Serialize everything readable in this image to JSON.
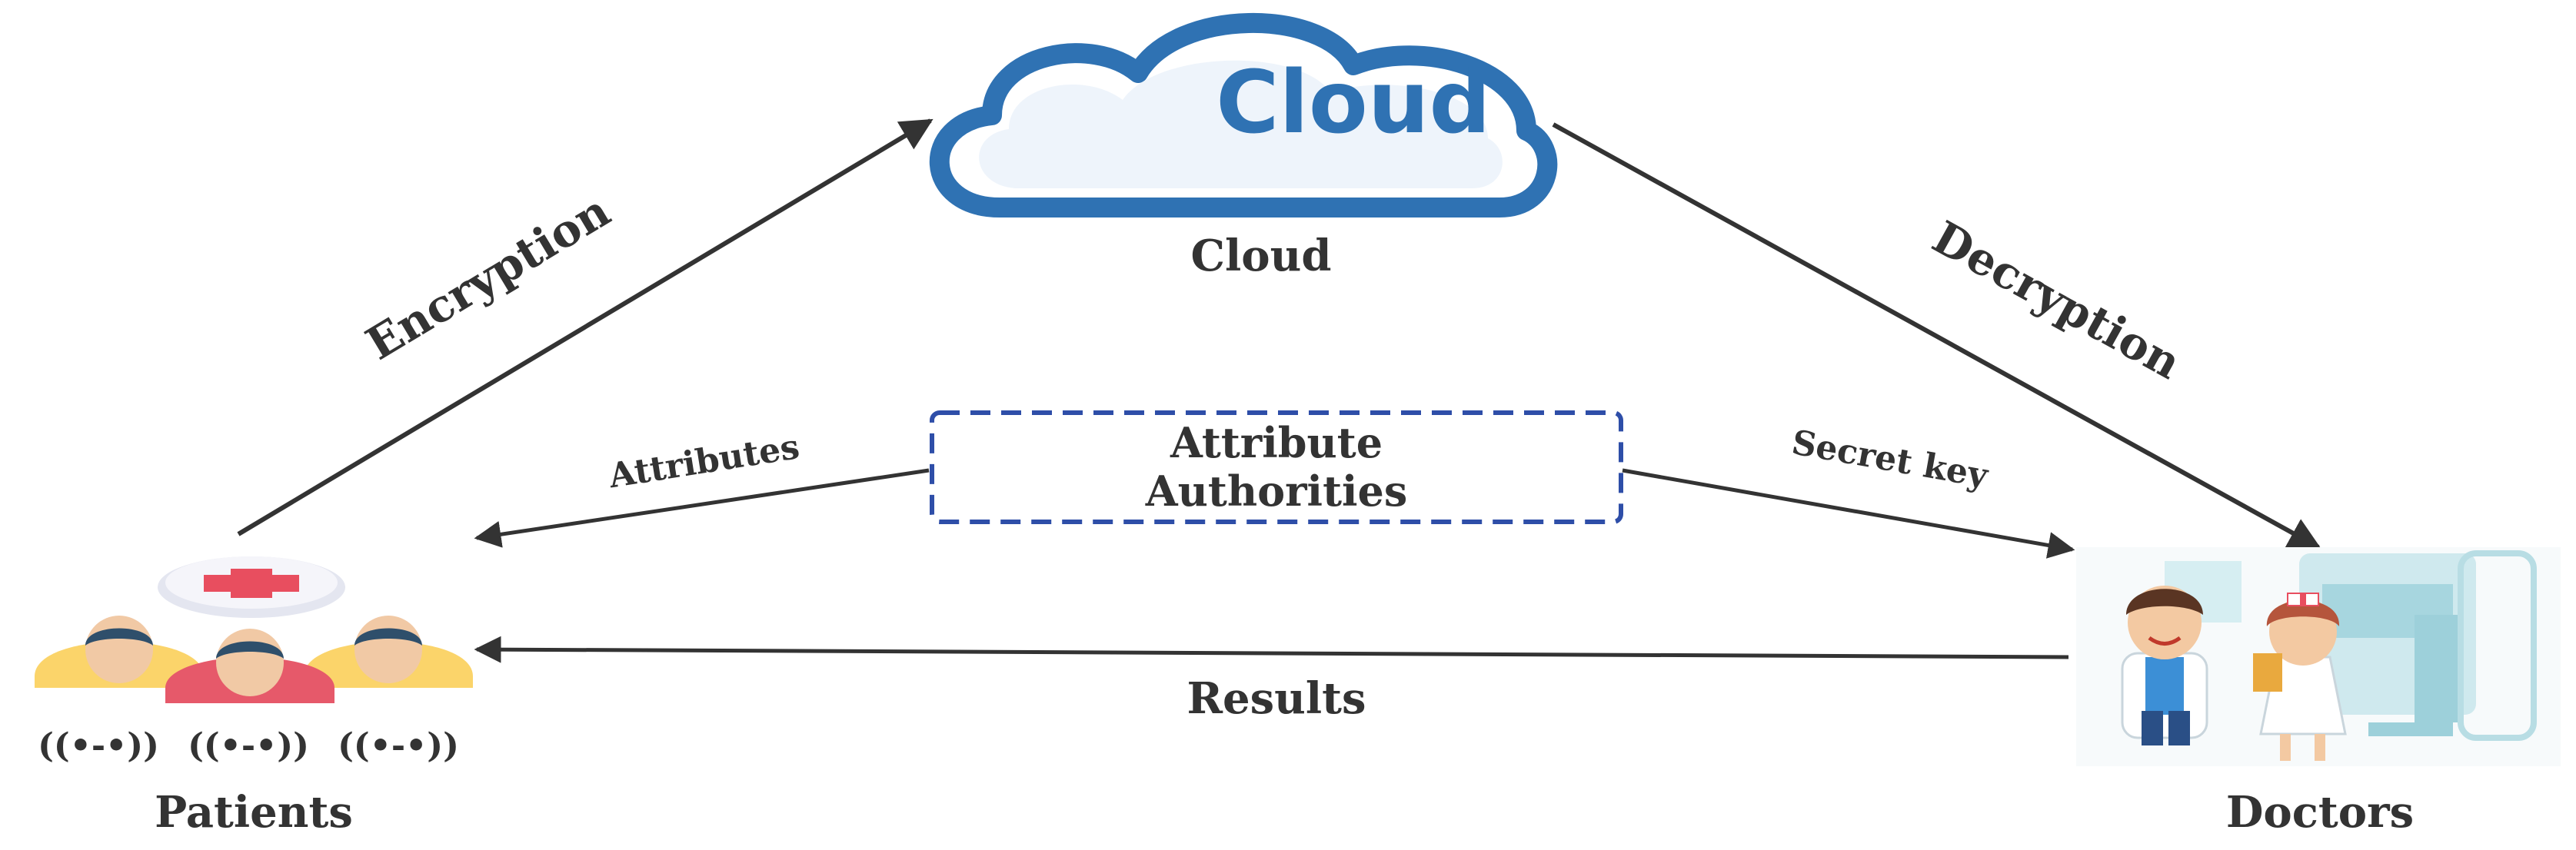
{
  "cloud": {
    "logo_text": "Cloud",
    "label": "Cloud"
  },
  "authority": {
    "line1": "Attribute",
    "line2": "Authorities"
  },
  "patients": {
    "label": "Patients",
    "signal_glyph": "((•-•))"
  },
  "doctors": {
    "label": "Doctors"
  },
  "edges": {
    "encryption": "Encryption",
    "decryption": "Decryption",
    "attributes": "Attributes",
    "secret_key": "Secret key",
    "results": "Results"
  },
  "colors": {
    "cloud_blue": "#2f72b3",
    "authority_border": "#2e4ea8",
    "arrow": "#333333",
    "label": "#333333",
    "medical_red": "#e84e5f",
    "person_yellow": "#fbd46a",
    "person_red": "#e6596a",
    "hair": "#2f4f6b"
  },
  "icons": [
    "cloud-icon",
    "medical-cross-icon",
    "patient-group-icon",
    "signal-icon",
    "doctors-icon"
  ]
}
